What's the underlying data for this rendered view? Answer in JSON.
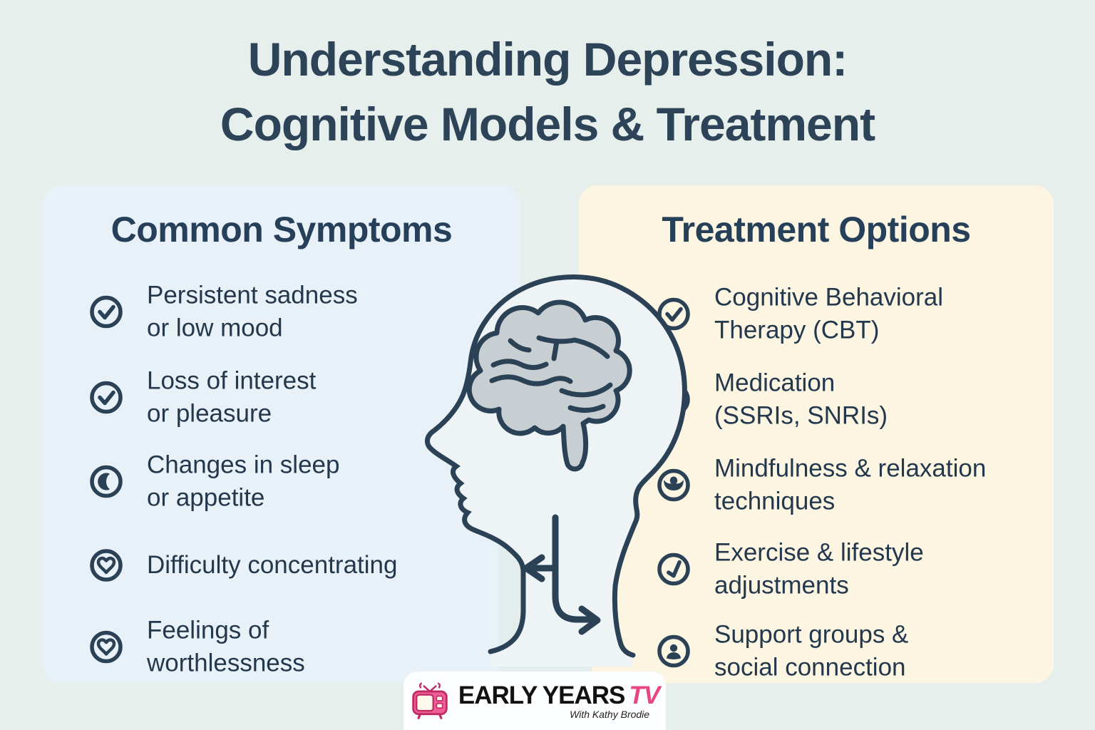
{
  "title": {
    "line1": "Understanding Depression:",
    "line2": "Cognitive Models & Treatment"
  },
  "panels": {
    "symptoms": {
      "heading": "Common Symptoms",
      "items": [
        {
          "icon": "check-circle",
          "text": "Persistent sadness\nor low mood"
        },
        {
          "icon": "check-circle",
          "text": "Loss of interest\nor pleasure"
        },
        {
          "icon": "moon-circle",
          "text": "Changes in sleep\nor appetite"
        },
        {
          "icon": "heart-circle",
          "text": "Difficulty concentrating"
        },
        {
          "icon": "heart-circle",
          "text": "Feelings of\nworthlessness"
        }
      ]
    },
    "treatments": {
      "heading": "Treatment Options",
      "items": [
        {
          "icon": "check-circle",
          "text": "Cognitive Behavioral\nTherapy (CBT)"
        },
        {
          "icon": "check-circle",
          "text": "Medication\n(SSRIs, SNRIs)"
        },
        {
          "icon": "meditation-circle",
          "text": "Mindfulness & relaxation\ntechniques"
        },
        {
          "icon": "check-circle",
          "text": "Exercise & lifestyle\nadjustments"
        },
        {
          "icon": "person-circle",
          "text": "Support groups &\nsocial connection"
        }
      ]
    }
  },
  "illustration": {
    "description": "head profile with brain and two-way arrow"
  },
  "logo": {
    "brand": "Early Years",
    "brand_accent": "TV",
    "tagline": "With Kathy Brodie"
  },
  "colors": {
    "background": "#e6efeb",
    "panel_symptoms": "#e8f1f7",
    "panel_treatments": "#fcf5e2",
    "ink": "#2b4156",
    "brain_gray": "#c7cfd2",
    "logo_pink": "#e8467f"
  }
}
